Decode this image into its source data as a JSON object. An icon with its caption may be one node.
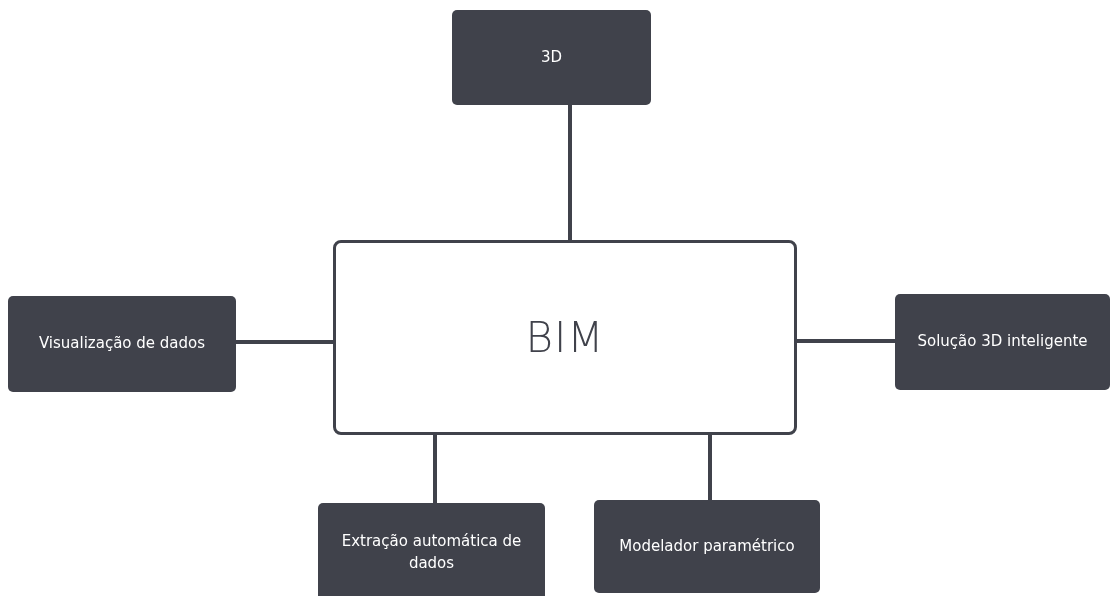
{
  "diagram": {
    "nodes": [
      {
        "text": [
          "3D"
        ]
      },
      {
        "text": [
          "Visualização de dados"
        ]
      },
      {
        "text": [
          "BIM"
        ]
      },
      {
        "text": [
          "Solução 3D inteligente"
        ]
      },
      {
        "text": [
          "Extração automática de dados"
        ]
      },
      {
        "text": [
          "Modelador paramétrico"
        ]
      }
    ],
    "edges": [
      {
        "from": 2,
        "to": 0,
        "arrow": "none"
      },
      {
        "from": 2,
        "to": 1,
        "arrow": "none"
      },
      {
        "from": 2,
        "to": 3,
        "arrow": "none"
      },
      {
        "from": 2,
        "to": 4,
        "arrow": "none"
      },
      {
        "from": 2,
        "to": 5,
        "arrow": "none"
      }
    ]
  }
}
